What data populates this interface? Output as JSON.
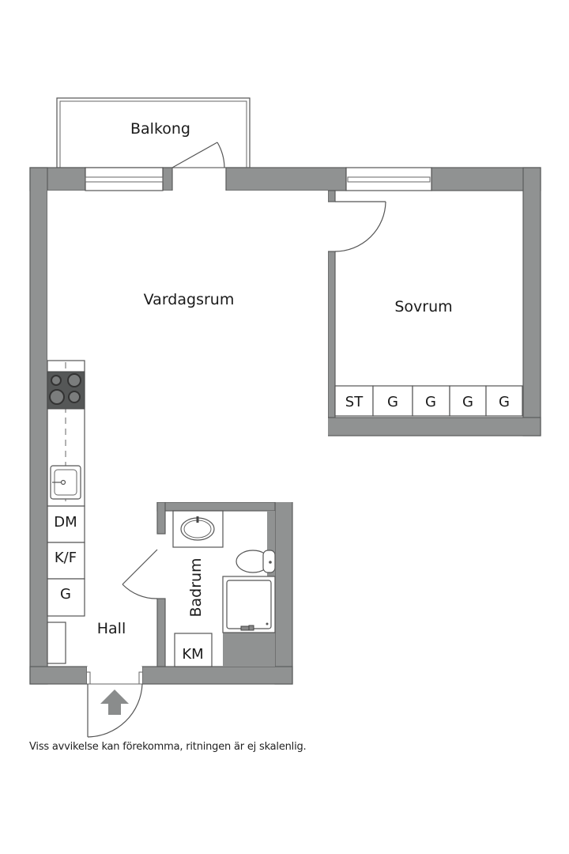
{
  "plan": {
    "rooms": {
      "balcony": "Balkong",
      "living_room": "Vardagsrum",
      "bedroom": "Sovrum",
      "bathroom": "Badrum",
      "hall": "Hall"
    },
    "closets": {
      "bedroom": [
        "ST",
        "G",
        "G",
        "G",
        "G"
      ],
      "kitchen": [
        "DM",
        "K/F",
        "G"
      ],
      "bathroom": "KM"
    },
    "colors": {
      "wall": "#909292",
      "wall_stroke": "#5a5c5c",
      "stove": "#555757",
      "arrow": "#8a8c8c"
    }
  },
  "footer": {
    "disclaimer": "Viss avvikelse kan förekomma, ritningen är ej skalenlig."
  }
}
